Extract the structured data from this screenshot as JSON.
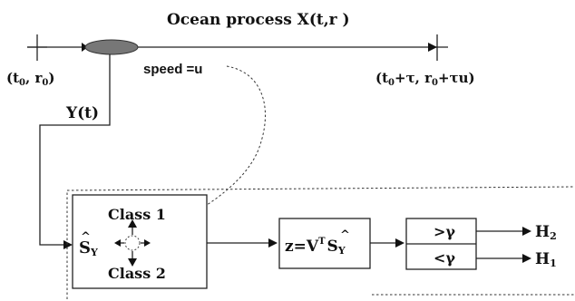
{
  "title": "Ocean process X(t,r  )",
  "start_point": {
    "label_t": "(t",
    "sub_t": "0",
    "label_r": ", r",
    "sub_r": "0",
    "close": ")"
  },
  "end_point": {
    "open": "(t",
    "sub_t": "0",
    "plus_tau": "+τ, r",
    "sub_r": "0",
    "plus_tau_u": "+τu)"
  },
  "speed_label": "speed =u",
  "signal_label": "Y(t)",
  "classifier": {
    "input_symbol": "S",
    "input_hat": "^",
    "input_sub": "Y",
    "class1": "Class 1",
    "class2": "Class 2"
  },
  "projection": {
    "prefix": "z=V",
    "sup": "T",
    "symbol": "S",
    "hat": "^",
    "sub": "Y"
  },
  "threshold": {
    "upper": ">γ",
    "lower": "<γ"
  },
  "outputs": {
    "h2": "H",
    "h2_sub": "2",
    "h1": "H",
    "h1_sub": "1"
  }
}
